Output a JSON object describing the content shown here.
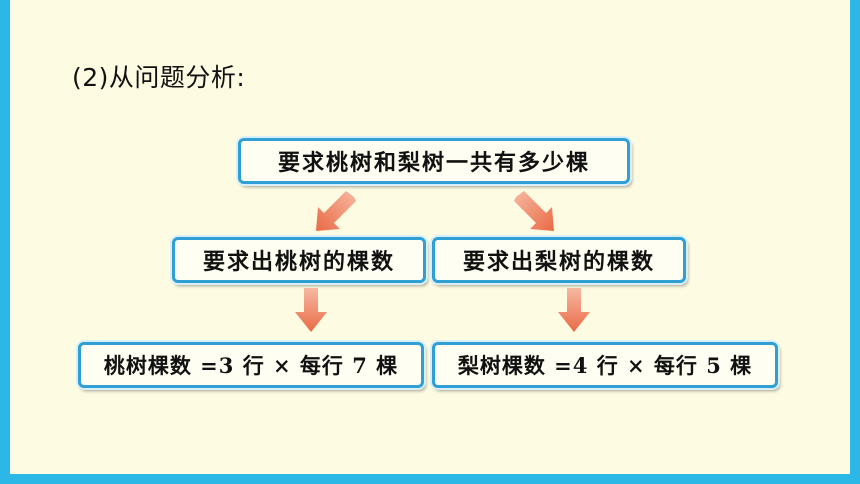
{
  "heading": "(2)从问题分析:",
  "boxes": {
    "top": "要求桃树和梨树一共有多少棵",
    "mid_left": "要求出桃树的棵数",
    "mid_right": "要求出梨树的棵数",
    "bottom_left": "桃树棵数 =3 行 × 每行 7 棵",
    "bottom_right": "梨树棵数 =4 行 × 每行 5 棵"
  },
  "colors": {
    "page_frame": "#2bb8e6",
    "background": "#fdfbe1",
    "box_border": "#2f9fd4",
    "arrow": "#f08a6a"
  },
  "icons": {
    "arrow_down_left": "arrow-down-left-icon",
    "arrow_down_right": "arrow-down-right-icon",
    "arrow_down": "arrow-down-icon"
  }
}
